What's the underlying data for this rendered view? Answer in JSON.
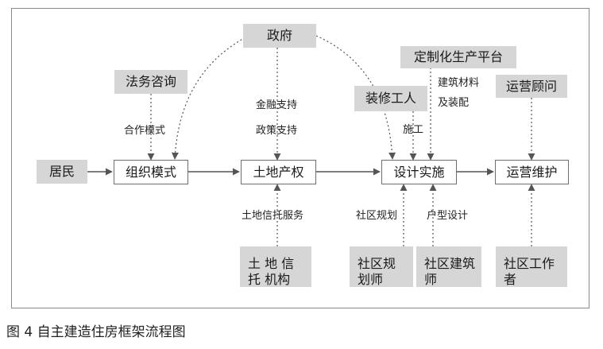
{
  "nodes": {
    "government": "政府",
    "legal_consulting": "法务咨询",
    "custom_platform": "定制化生产平台",
    "decoration_workers": "装修工人",
    "operation_consultant": "运营顾问",
    "residents": "居民",
    "organization_mode": "组织模式",
    "land_property_rights": "土地产权",
    "design_implementation": "设计实施",
    "operation_maintenance": "运营维护",
    "land_trust_agency": "土 地 信 托 机构",
    "community_planner": "社区规划师",
    "community_architect": "社区建筑师",
    "community_worker": "社区工作者"
  },
  "edge_labels": {
    "cooperation_mode": "合作模式",
    "financial_support": "金融支持",
    "policy_support": "政策支持",
    "building_materials": "建筑材料",
    "and_assembly": "及装配",
    "construction": "施工",
    "land_trust_service": "土地信托服务",
    "community_planning": "社区规划",
    "unit_design": "户型设计"
  },
  "caption": "图 4  自主建造住房框架流程图",
  "colors": {
    "gray_box": "#d6d6d6",
    "line": "#555555",
    "frame": "#8a8a8a"
  }
}
